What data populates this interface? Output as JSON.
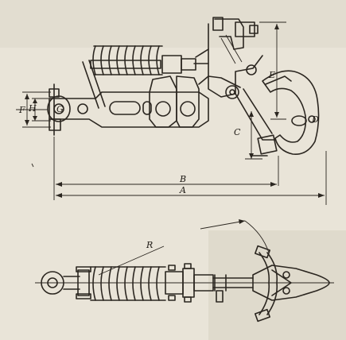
{
  "labels": {
    "A": "A",
    "B": "B",
    "C": "C",
    "D": "D",
    "E": "E",
    "F": "F",
    "H": "H",
    "G": "G",
    "R": "R"
  },
  "colors": {
    "paper": "#e9e4d8",
    "ink": "#2b2620"
  }
}
